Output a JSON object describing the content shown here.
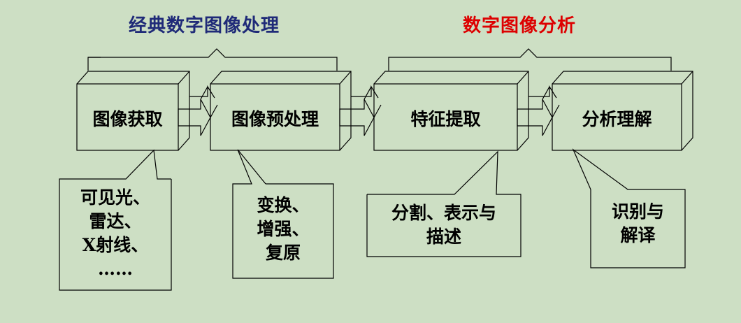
{
  "titles": {
    "classic": "经典数字图像处理",
    "analysis": "数字图像分析"
  },
  "colors": {
    "background": "#cddfc4",
    "classic_title": "#1f2a78",
    "analysis_title": "#dd0000",
    "line": "#000000"
  },
  "stages": [
    {
      "label": "图像获取"
    },
    {
      "label": "图像预处理"
    },
    {
      "label": "特征提取"
    },
    {
      "label": "分析理解"
    }
  ],
  "notes": [
    {
      "lines": [
        "可见光、",
        "雷达、",
        "X射线、",
        "……"
      ]
    },
    {
      "lines": [
        "变换、",
        "增强、",
        "复原"
      ]
    },
    {
      "lines": [
        "分割、表示与",
        "描述"
      ]
    },
    {
      "lines": [
        "识别与",
        "解译"
      ]
    }
  ]
}
